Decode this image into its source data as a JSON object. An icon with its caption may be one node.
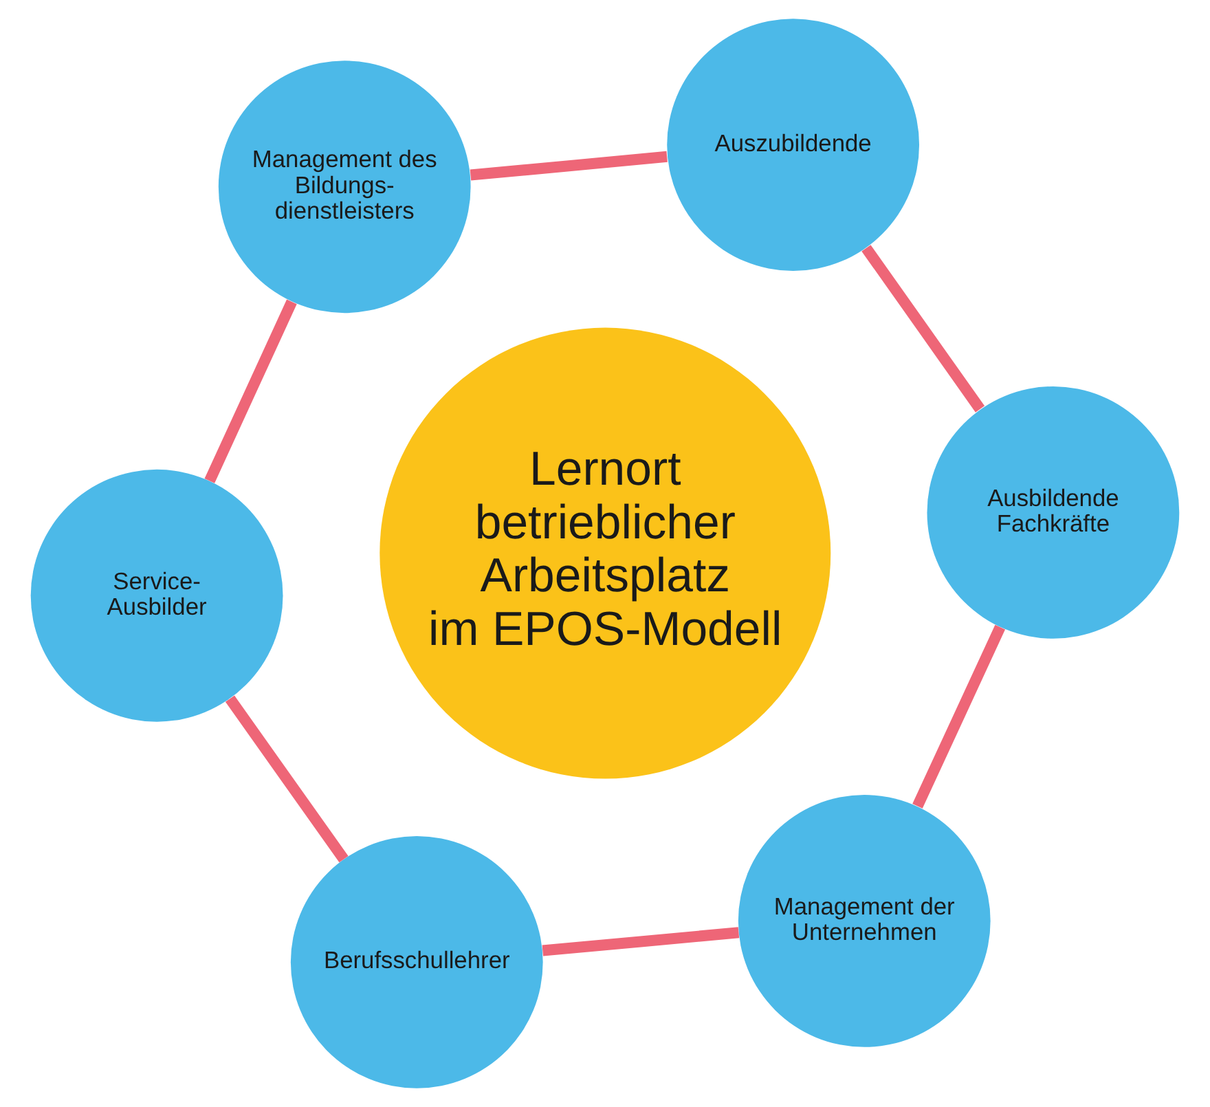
{
  "diagram": {
    "nodes": [
      {
        "text": [
          "Management der Unternehmen"
        ]
      },
      {
        "text": [
          "Ausbildende Fachkräfte"
        ]
      },
      {
        "text": [
          "Berufsschullehrer"
        ]
      },
      {
        "text": [
          "Lernort betrieblicher Arbeitsplatz im EPOS-Modell"
        ]
      },
      {
        "text": [
          "Auszubildende"
        ]
      },
      {
        "text": [
          "Service- Ausbilder"
        ]
      },
      {
        "text": [
          "Management des Bildungs- dienstleisters"
        ]
      }
    ],
    "edges": [
      {
        "from": 0,
        "to": 1,
        "arrow": "none"
      },
      {
        "from": 1,
        "to": 4,
        "arrow": "none"
      },
      {
        "from": 4,
        "to": 6,
        "arrow": "none"
      },
      {
        "from": 6,
        "to": 5,
        "arrow": "none"
      },
      {
        "from": 5,
        "to": 2,
        "arrow": "none"
      },
      {
        "from": 2,
        "to": 0,
        "arrow": "none"
      }
    ]
  }
}
